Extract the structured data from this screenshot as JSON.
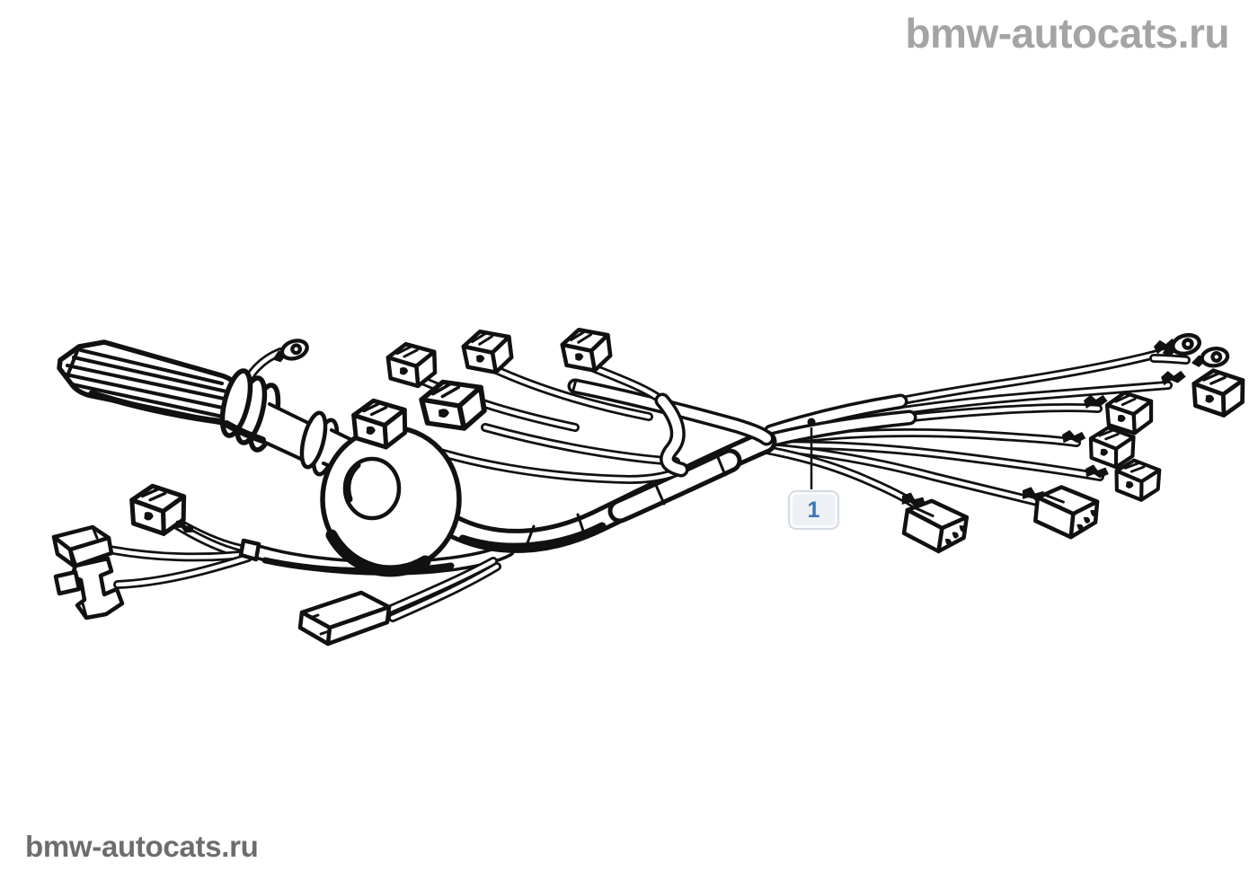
{
  "watermarks": {
    "top_right": "bmw-autocats.ru",
    "bottom_left": "bmw-autocats.ru"
  },
  "callout": {
    "label": "1"
  },
  "illustration": {
    "subject": "engine-wiring-harness-line-drawing"
  },
  "colors": {
    "line_art": "#111111",
    "watermark_top": "#a4a4a4",
    "watermark_bottom": "#6d6d6d",
    "callout_text": "#3a77b8",
    "callout_bg": "#edf0f4",
    "callout_border": "#d4dae1",
    "background": "#ffffff"
  }
}
